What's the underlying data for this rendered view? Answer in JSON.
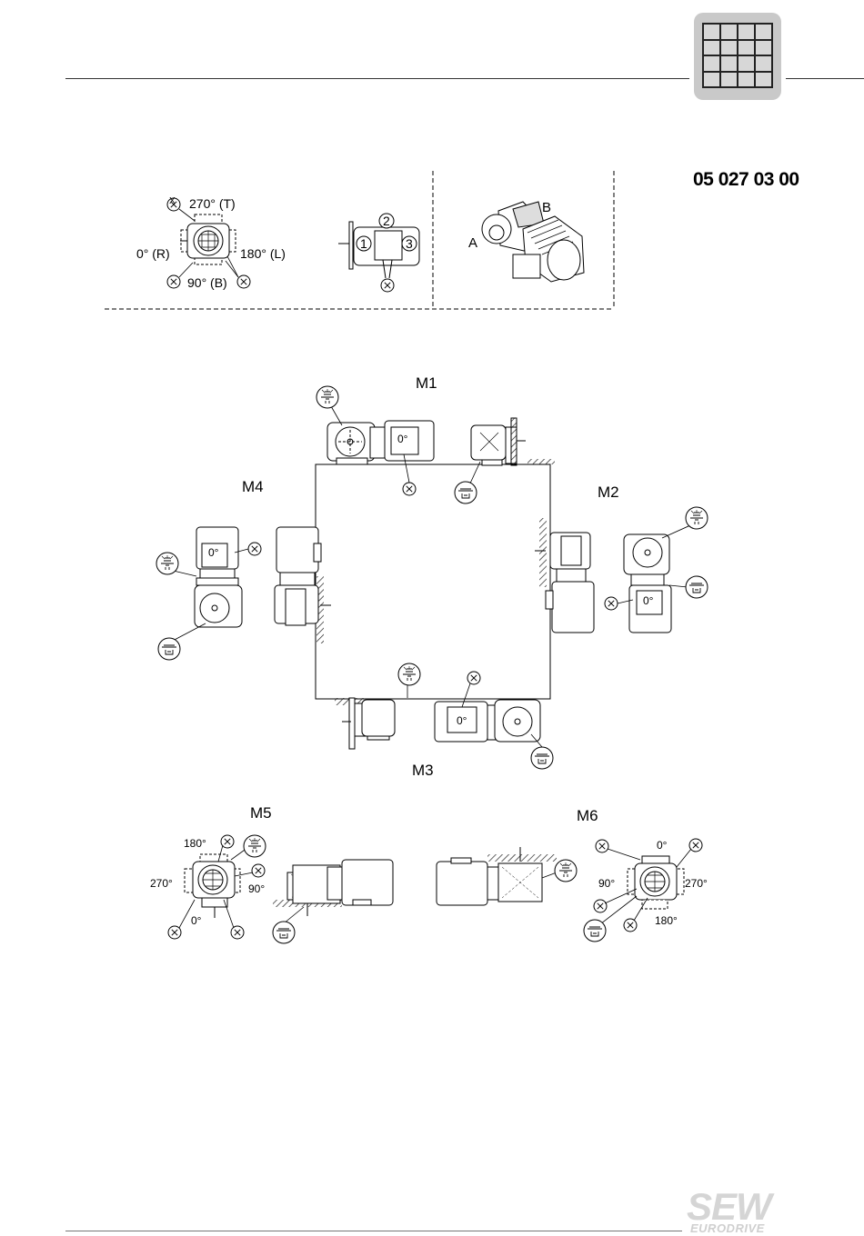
{
  "document_code": "05 027 03 00",
  "legend": {
    "positions": {
      "t": "270° (T)",
      "r": "0° (R)",
      "l": "180° (L)",
      "b": "90° (B)"
    },
    "x_mark": "X",
    "terminal_numbers": [
      "1",
      "2",
      "3"
    ],
    "shaft_sides": {
      "a": "A",
      "b": "B"
    }
  },
  "mounting": {
    "m1": "M1",
    "m2": "M2",
    "m3": "M3",
    "m4": "M4",
    "m5": "M5",
    "m6": "M6"
  },
  "box_angle": "0°",
  "m5_angles": {
    "a180": "180°",
    "a270": "270°",
    "a90": "90°",
    "a0": "0°"
  },
  "m6_angles": {
    "a0": "0°",
    "a90": "90°",
    "a270": "270°",
    "a180": "180°"
  },
  "logo": {
    "brand": "SEW",
    "sub": "EURODRIVE"
  },
  "colors": {
    "tab_bg": "#c9c9c9",
    "line": "#333333",
    "logo": "#d5d5d5"
  }
}
